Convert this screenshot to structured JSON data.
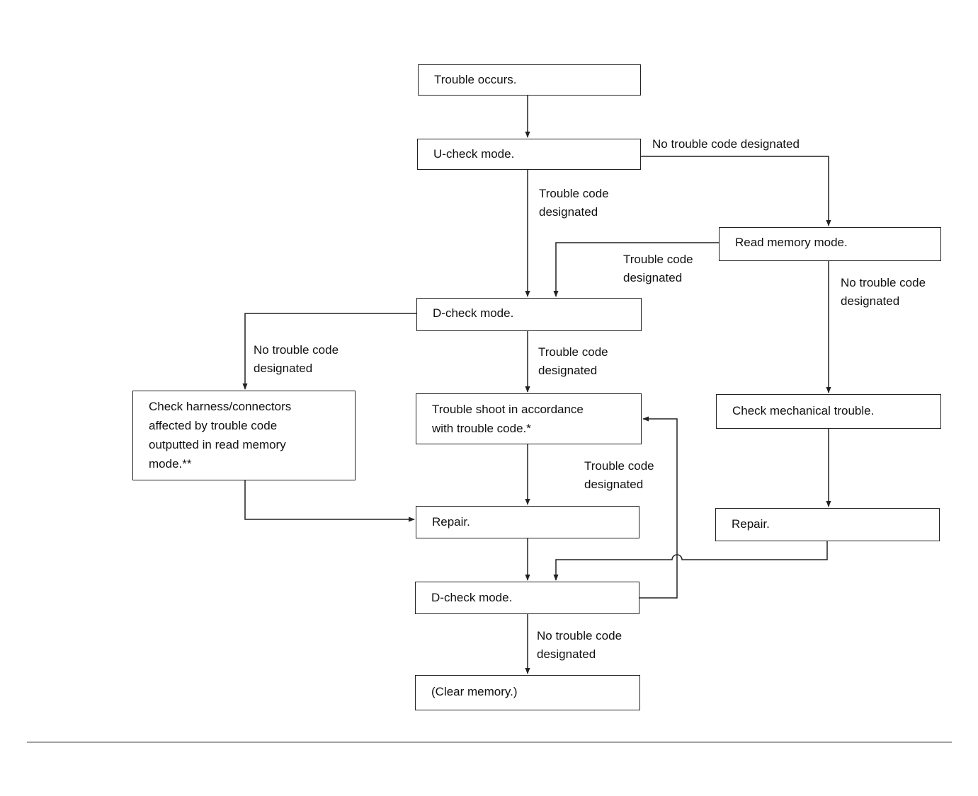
{
  "boxes": {
    "trouble_occurs": "Trouble occurs.",
    "u_check": "U-check mode.",
    "read_memory": "Read memory mode.",
    "d_check_1": "D-check mode.",
    "check_harness": "Check harness/connectors\naffected by trouble code\noutputted in read memory\nmode.**",
    "trouble_shoot": "Trouble  shoot in accordance\nwith trouble code.*",
    "check_mechanical": "Check mechanical trouble.",
    "repair_1": "Repair.",
    "repair_2": "Repair.",
    "d_check_2": "D-check mode.",
    "clear_memory": "(Clear memory.)"
  },
  "labels": {
    "u_check_no_code": "No trouble code designated",
    "u_check_code": "Trouble code\ndesignated",
    "read_memory_code": "Trouble code\ndesignated",
    "read_memory_no_code": "No trouble code\ndesignated",
    "d_check_1_no_code": "No trouble code\ndesignated",
    "d_check_1_code": "Trouble code\ndesignated",
    "d_check_2_code": "Trouble code\ndesignated",
    "d_check_2_no_code": "No trouble code\ndesignated"
  },
  "colors": {
    "line": "#222222",
    "background": "#ffffff"
  }
}
